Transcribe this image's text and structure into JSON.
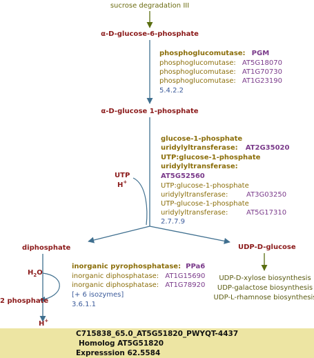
{
  "pathway": {
    "source_pathway": "sucrose degradation III",
    "compounds": {
      "g6p": "α-D-glucose-6-phosphate",
      "g1p": "α-D-glucose 1-phosphate",
      "diphosphate": "diphosphate",
      "udp_glucose": "UDP-D-glucose",
      "phosphate": "2 phosphate"
    },
    "cofactors": {
      "utp": "UTP",
      "h": "H",
      "h_sup": "+",
      "h2o_h": "H",
      "h2o_sub": "2",
      "h2o_o": "O"
    },
    "step1": {
      "enzyme_label": "phosphoglucomutase:",
      "gene": "PGM",
      "alts": [
        {
          "enzyme": "phosphoglucomutase:",
          "gene": "AT5G18070"
        },
        {
          "enzyme": "phosphoglucomutase:",
          "gene": "AT1G70730"
        },
        {
          "enzyme": "phosphoglucomutase:",
          "gene": "AT1G23190"
        }
      ],
      "ec": "5.4.2.2"
    },
    "step2": {
      "enzyme_line1": "glucose-1-phosphate",
      "enzyme_line2": "uridylyltransferase:",
      "gene1": "AT2G35020",
      "enzyme2_line1": "UTP:glucose-1-phosphate",
      "enzyme2_line2": "uridylyltransferase:",
      "gene2": "AT5G52560",
      "alts": [
        {
          "line1": "UTP:glucose-1-phosphate",
          "line2": "uridylyltransferase:",
          "gene": "AT3G03250"
        },
        {
          "line1": "UTP-glucose-1-phosphate",
          "line2": "uridylyltransferase:",
          "gene": "AT5G17310"
        }
      ],
      "ec": "2.7.7.9"
    },
    "step3": {
      "enzyme_label": "inorganic pyrophosphatase:",
      "gene": "PPa6",
      "alts": [
        {
          "enzyme": "inorganic diphosphatase:",
          "gene": "AT1G15690"
        },
        {
          "enzyme": "inorganic diphosphatase:",
          "gene": "AT1G78920"
        }
      ],
      "isozymes": "[+ 6 isozymes]",
      "ec": "3.6.1.1"
    },
    "downstream": [
      "UDP-D-xylose biosynthesis",
      "UDP-galactose biosynthesis",
      "UDP-L-rhamnose biosynthesis"
    ]
  },
  "footer": {
    "line1": "C715838_65.0_AT5G51820_PWYQT-4437",
    "line2": "Homolog AT5G51820",
    "line3": "Expresssion 62.5584"
  },
  "colors": {
    "arrow_blue": "#3f6f8f",
    "arrow_green": "#5a6e10",
    "footer_bg": "#ede5a3"
  }
}
